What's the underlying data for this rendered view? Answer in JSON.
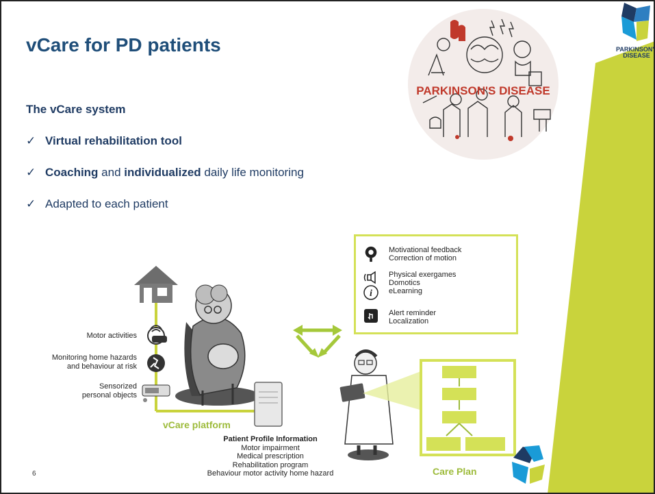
{
  "slide": {
    "title": "vCare for PD patients",
    "subtitle": "The vCare system",
    "bullets": [
      {
        "check": "✓",
        "bold": "Virtual rehabilitation tool",
        "rest": ""
      },
      {
        "check": "✓",
        "bold1": "Coaching",
        "mid": " and ",
        "bold2": "individualized",
        "rest": " daily life monitoring"
      },
      {
        "check": "✓",
        "rest": "Adapted to each patient"
      }
    ],
    "slide_number": "6",
    "logo_text_1": "PARKINSON'S",
    "logo_text_2": "DISEASE",
    "image_caption": "PARKINSON'S DISEASE"
  },
  "diagram": {
    "left_labels": {
      "motor": "Motor activities",
      "hazards_1": "Monitoring home hazards",
      "hazards_2": "and behaviour at risk",
      "sensorized_1": "Sensorized",
      "sensorized_2": "personal objects"
    },
    "legend": {
      "row1_a": "Motivational feedback",
      "row1_b": "Correction of motion",
      "row2_a": "Physical exergames",
      "row2_b": "Domotics",
      "row2_c": "eLearning",
      "row3_a": "Alert reminder",
      "row3_b": "Localization"
    },
    "vcare_platform": "vCare platform",
    "care_plan": "Care Plan",
    "profile": {
      "heading": "Patient Profile Information",
      "items": [
        "Motor impairment",
        "Medical prescription",
        "Rehabilitation program",
        "Behaviour motor activity home hazard"
      ]
    }
  },
  "colors": {
    "title": "#1f4e79",
    "text": "#1f3b63",
    "accent_green": "#c9d33c",
    "diagram_green": "#9dbb3b",
    "legend_border": "#d4e157"
  }
}
